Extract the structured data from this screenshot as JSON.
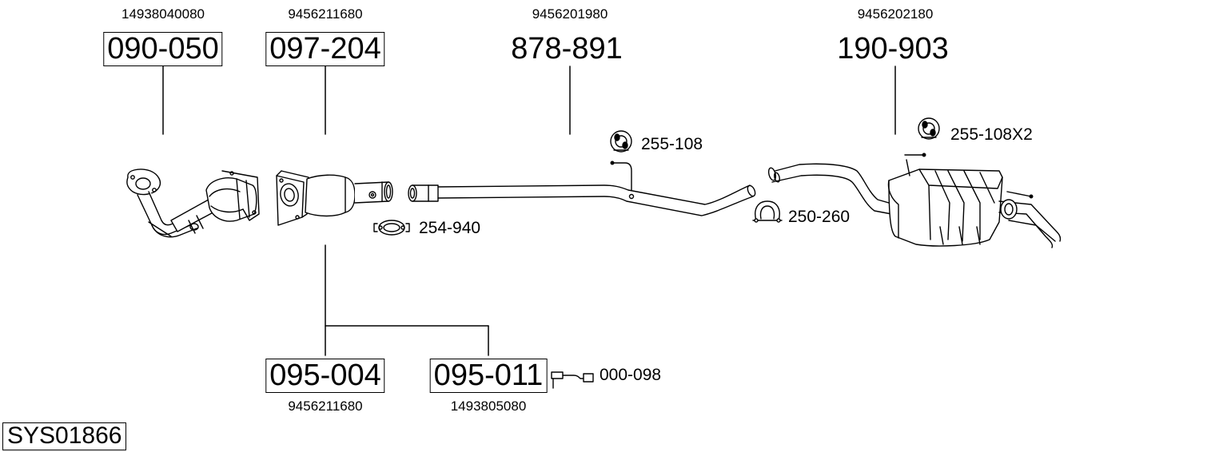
{
  "system_code": "SYS01866",
  "parts": [
    {
      "id": "p1",
      "number": "090-050",
      "oem": "14938040080",
      "boxed": true
    },
    {
      "id": "p2",
      "number": "097-204",
      "oem": "9456211680",
      "boxed": true
    },
    {
      "id": "p3",
      "number": "878-891",
      "oem": "9456201980",
      "boxed": false
    },
    {
      "id": "p4",
      "number": "190-903",
      "oem": "9456202180",
      "boxed": false
    },
    {
      "id": "p5",
      "number": "095-004",
      "oem": "9456211680",
      "boxed": true
    },
    {
      "id": "p6",
      "number": "095-011",
      "oem": "1493805080",
      "boxed": true
    }
  ],
  "accessories": [
    {
      "id": "a1",
      "number": "254-940",
      "icon": "clamp-icon"
    },
    {
      "id": "a2",
      "number": "255-108",
      "icon": "rubber-hanger-icon"
    },
    {
      "id": "a3",
      "number": "250-260",
      "icon": "u-clamp-icon"
    },
    {
      "id": "a4",
      "number": "255-108X2",
      "icon": "rubber-hanger-icon"
    },
    {
      "id": "a5",
      "number": "000-098",
      "icon": "lambda-sensor-icon"
    }
  ]
}
